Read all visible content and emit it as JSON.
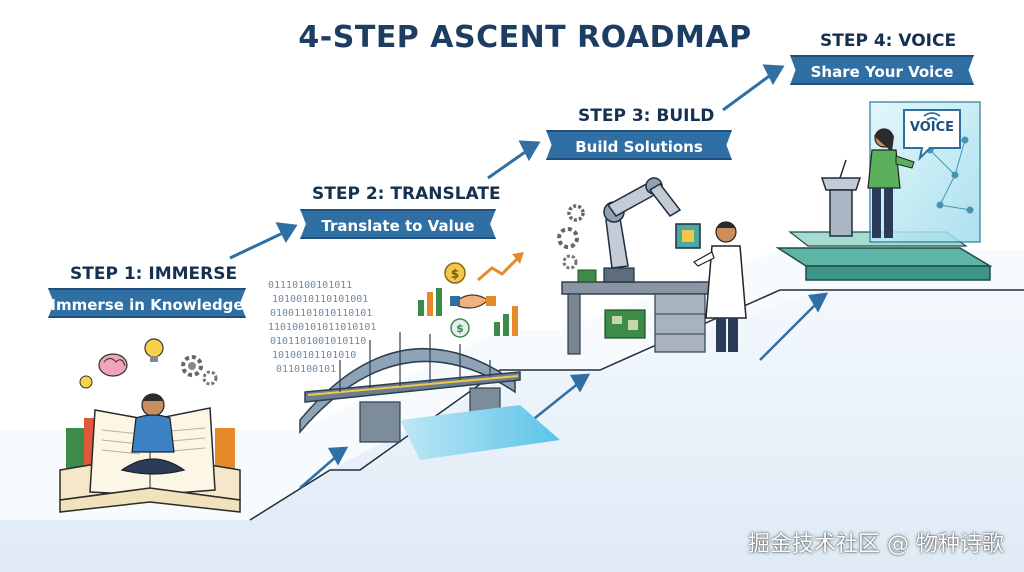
{
  "title": "4-STEP ASCENT ROADMAP",
  "steps": [
    {
      "title": "STEP 1: IMMERSE",
      "banner": "Immerse in Knowledge"
    },
    {
      "title": "STEP 2: TRANSLATE",
      "banner": "Translate to Value"
    },
    {
      "title": "STEP 3: BUILD",
      "banner": "Build Solutions"
    },
    {
      "title": "STEP 4: VOICE",
      "banner": "Share Your Voice"
    }
  ],
  "voice_bubble": "VOICE",
  "watermark": "掘金技术社区 @ 物种诗歌",
  "colors": {
    "primary": "#2f6fa3",
    "title": "#1d3d63",
    "stairs": "#eaf3fb",
    "accent_green": "#4a9a5a",
    "accent_orange": "#e58b2c"
  },
  "icons": [
    "brain-icon",
    "lightbulb-icon",
    "gear-icon",
    "coin-icon",
    "handshake-icon",
    "growth-chart-icon",
    "robot-arm-icon",
    "wifi-icon",
    "speech-bubble-icon"
  ]
}
